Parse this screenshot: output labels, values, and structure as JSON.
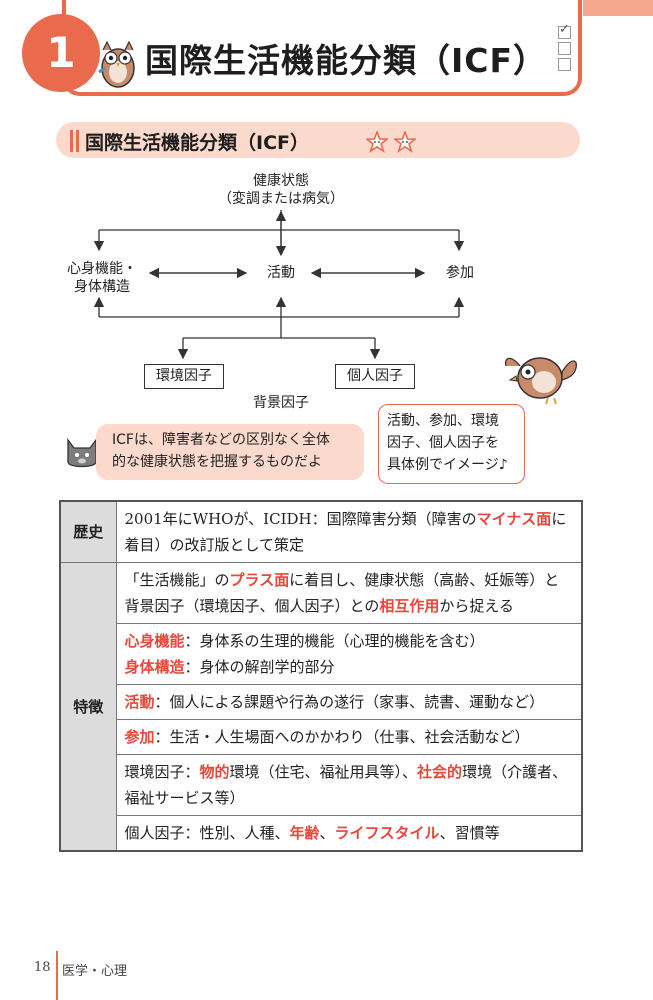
{
  "header": {
    "number": "1",
    "title": "国際生活機能分類（ICF）"
  },
  "section": {
    "title": "国際生活機能分類（ICF）"
  },
  "diagram": {
    "health_line1": "健康状態",
    "health_line2": "（変調または病気）",
    "body_line1": "心身機能・",
    "body_line2": "身体構造",
    "activity": "活動",
    "participation": "参加",
    "env_factor": "環境因子",
    "personal_factor": "個人因子",
    "background": "背景因子"
  },
  "bubbles": {
    "left_line1": "ICFは、障害者などの区別なく全体",
    "left_line2": "的な健康状態を把握するものだよ",
    "right_line1": "活動、参加、環境",
    "right_line2": "因子、個人因子を",
    "right_line3": "具体例でイメージ♪"
  },
  "table": {
    "history_label": "歴史",
    "history_text_a": "2001年にWHOが、ICIDH：国際障害分類（障害の",
    "history_hl": "マイナス面",
    "history_text_b": "に着目）の改訂版として策定",
    "features_label": "特徴",
    "f1_a": "「生活機能」の",
    "f1_hl1": "プラス面",
    "f1_b": "に着目し、健康状態（高齢、妊娠等）と背景因子（環境因子、個人因子）との",
    "f1_hl2": "相互作用",
    "f1_c": "から捉える",
    "f2_hl1": "心身機能",
    "f2_a": "：身体系の生理的機能（心理的機能を含む）",
    "f2_hl2": "身体構造",
    "f2_b": "：身体の解剖学的部分",
    "f3_hl": "活動",
    "f3_a": "：個人による課題や行為の遂行（家事、読書、運動など）",
    "f4_hl": "参加",
    "f4_a": "：生活・人生場面へのかかわり（仕事、社会活動など）",
    "f5_a": "環境因子：",
    "f5_hl1": "物的",
    "f5_b": "環境（住宅、福祉用具等）、",
    "f5_hl2": "社会的",
    "f5_c": "環境（介護者、福祉サービス等）",
    "f6_a": "個人因子：性別、人種、",
    "f6_hl1": "年齢",
    "f6_b": "、",
    "f6_hl2": "ライフスタイル",
    "f6_c": "、習慣等"
  },
  "footer": {
    "page_number": "18",
    "category": "医学・心理"
  },
  "colors": {
    "accent": "#ea6a4d",
    "highlight": "#e8473a",
    "section_bg": "#fbd9cc"
  }
}
